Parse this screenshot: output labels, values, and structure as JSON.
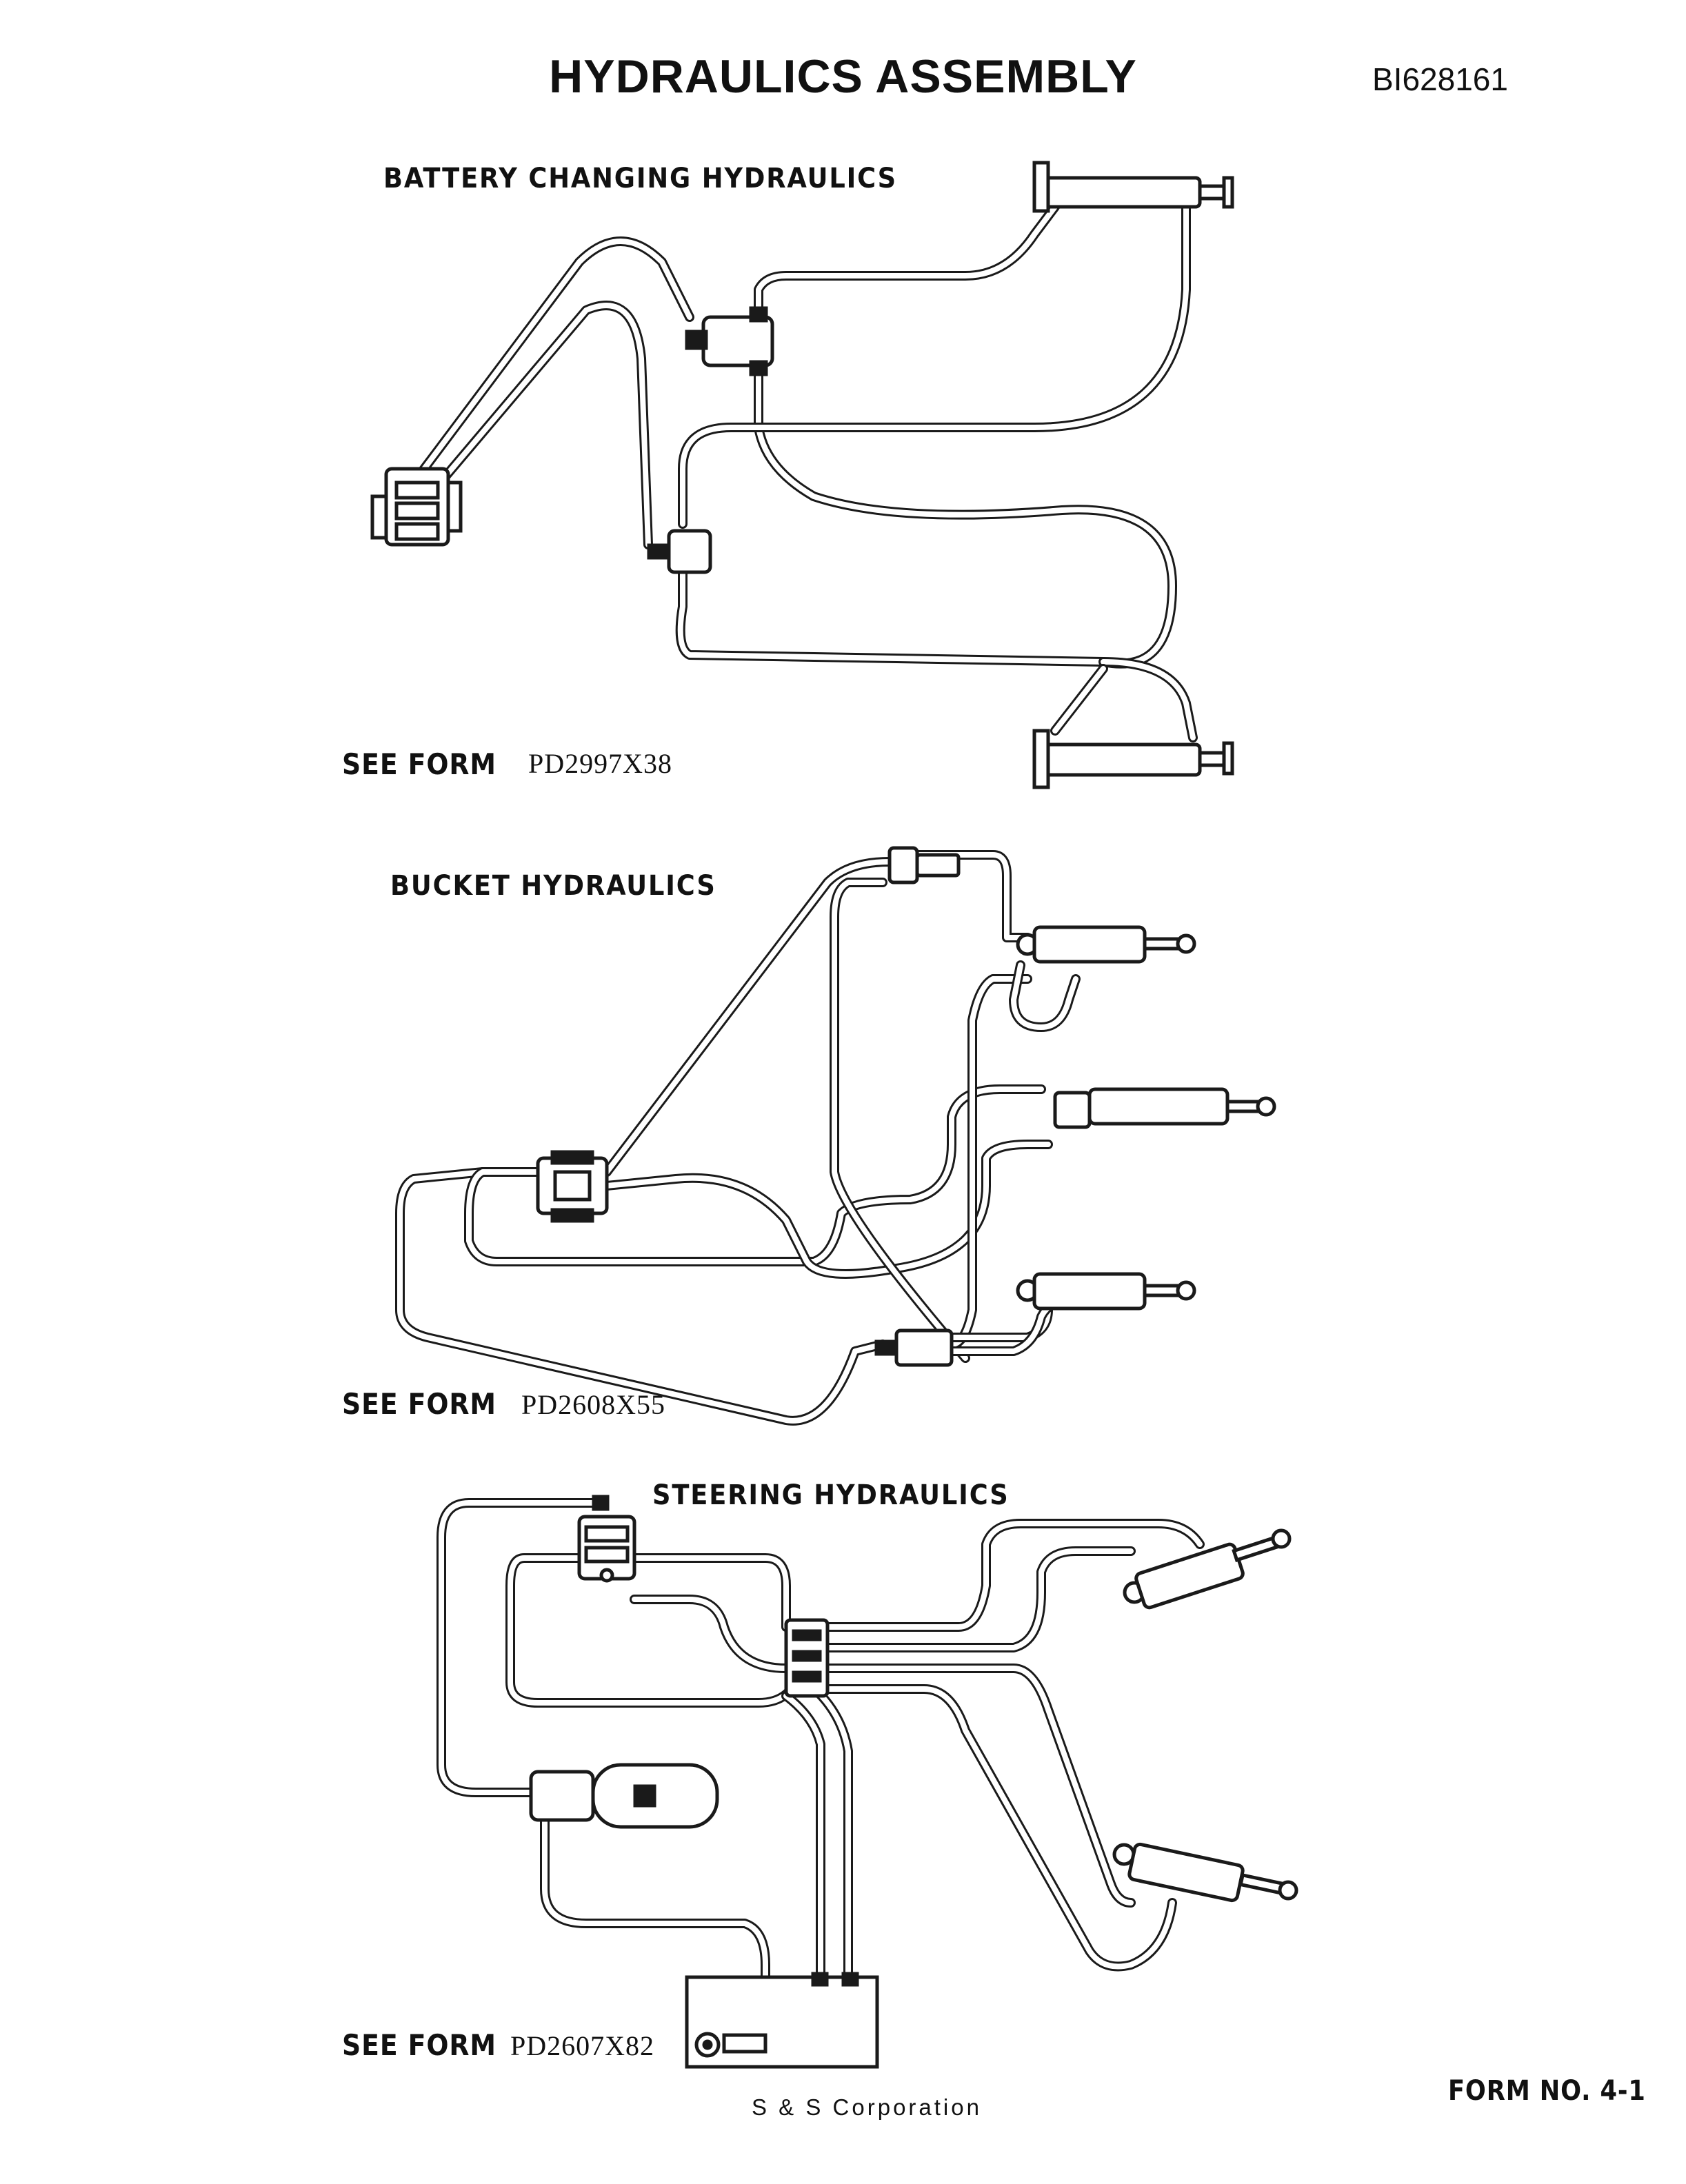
{
  "header": {
    "title": "HYDRAULICS ASSEMBLY",
    "doc_id": "BI628161"
  },
  "sections": [
    {
      "title": "BATTERY CHANGING HYDRAULICS",
      "see_form_label": "SEE FORM",
      "form_code": "PD2997X38"
    },
    {
      "title": "BUCKET HYDRAULICS",
      "see_form_label": "SEE FORM",
      "form_code": "PD2608X55"
    },
    {
      "title": "STEERING HYDRAULICS",
      "see_form_label": "SEE FORM",
      "form_code": "PD2607X82"
    }
  ],
  "footer": {
    "form_number": "FORM NO. 4-1",
    "corporation": "S & S Corporation"
  },
  "colors": {
    "ink": "#1a1a1a",
    "paper": "#ffffff"
  }
}
